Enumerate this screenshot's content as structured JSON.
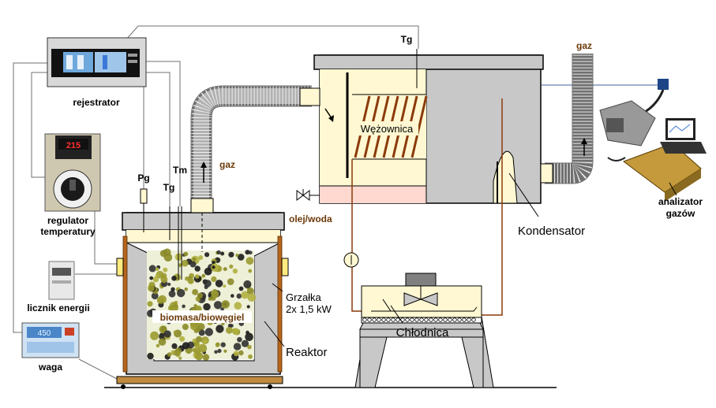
{
  "labels": {
    "rejestrator": "rejestrator",
    "regulator_line1": "regulator",
    "regulator_line2": "temperatury",
    "licznik": "licznik energii",
    "waga": "waga",
    "pg": "Pg",
    "tg_reactor": "Tg",
    "tm": "Tm",
    "tg_condenser": "Tg",
    "gaz_left": "gaz",
    "gaz_right": "gaz",
    "biomasa": "biomasa/biowęgiel",
    "grzalka_line1": "Grzałka",
    "grzalka_line2": "2x 1,5 kW",
    "reaktor": "Reaktor",
    "olej_woda": "olej/woda",
    "wezownica": "Wężownica",
    "kondensator": "Kondensator",
    "chlodnica": "Chłodnica",
    "analizator_line1": "analizator",
    "analizator_line2": "gazów"
  },
  "displays": {
    "regulator_value": "215",
    "waga_value": "450"
  },
  "colors": {
    "vessel_fill": "#c8c8c8",
    "vessel_stroke": "#000000",
    "cream": "#fff8d2",
    "pink": "#ffd8d0",
    "heater": "#b5651d",
    "brown_label": "#6b3a0a",
    "biomass": "#9a9a30"
  }
}
